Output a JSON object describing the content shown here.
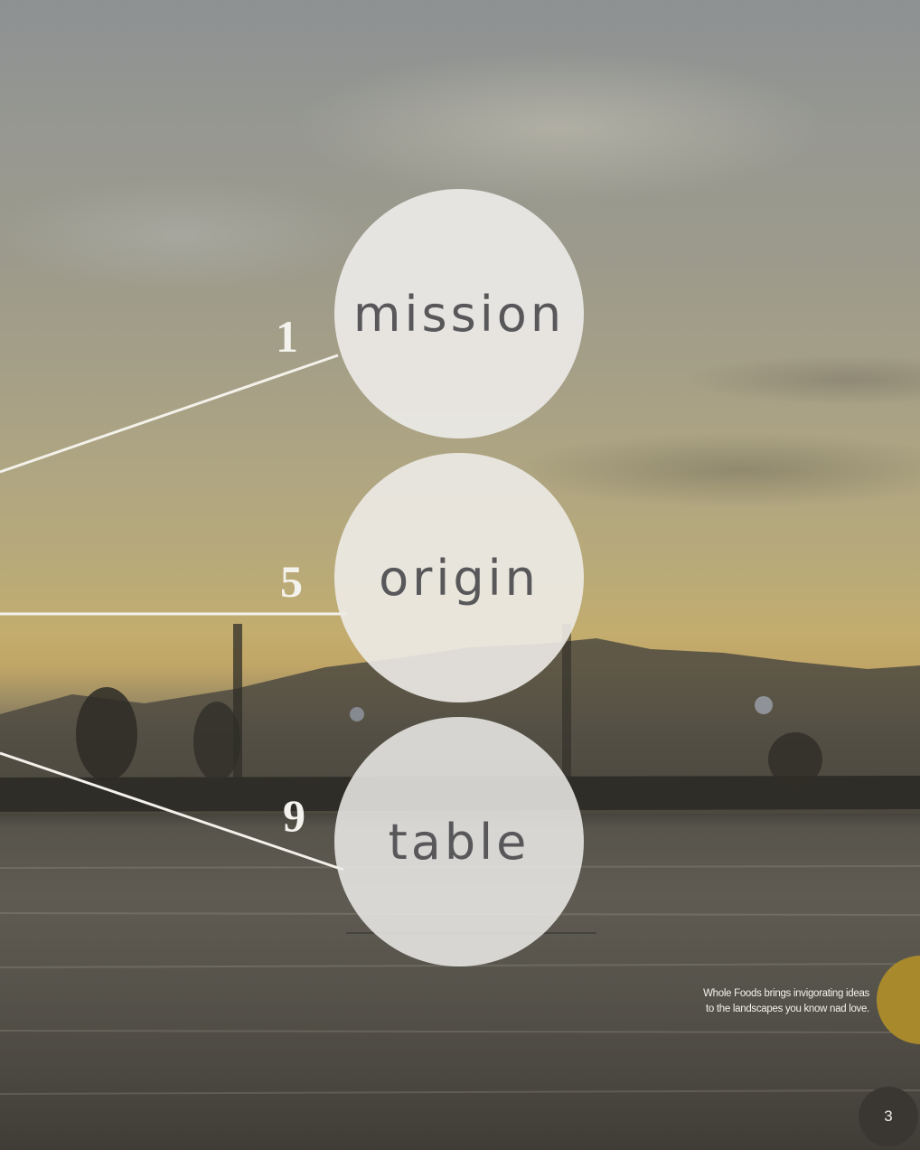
{
  "concepts": [
    {
      "number": "1",
      "label": "mission"
    },
    {
      "number": "5",
      "label": "origin"
    },
    {
      "number": "9",
      "label": "table"
    }
  ],
  "caption": {
    "line1": "Whole Foods brings invigorating ideas",
    "line2": "to the landscapes you know nad love."
  },
  "page_number": "3",
  "colors": {
    "accent": "#a88a2c",
    "circle_text": "#58575a"
  }
}
